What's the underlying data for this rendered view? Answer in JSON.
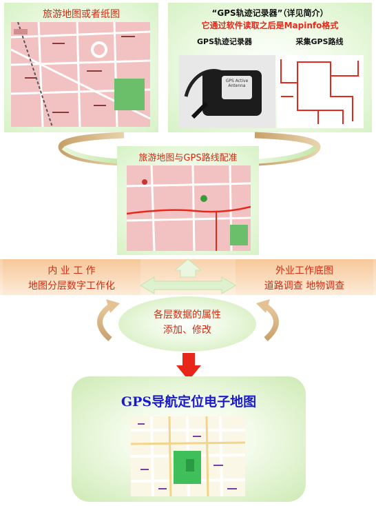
{
  "top_left": {
    "title": "旅游地图或者纸图"
  },
  "top_right": {
    "line1": "“GPS轨迹记录器”（详见简介）",
    "line2": "它通过软件读取之后是Mapinfo格式",
    "caption_left": "GPS轨迹记录器",
    "caption_right": "采集GPS路线",
    "device_text": "GPS Active Antenna"
  },
  "middle": {
    "title": "旅游地图与GPS路线配准"
  },
  "left_box": {
    "line1": "内 业 工 作",
    "line2": "地图分层数字工作化"
  },
  "right_box": {
    "line1": "外业工作底图",
    "line2": "道路调查 地物调查"
  },
  "ellipse": {
    "line1": "各层数据的属性",
    "line2": "添加、修改"
  },
  "bottom": {
    "title": "GPS导航定位电子地图"
  },
  "colors": {
    "accent_red": "#e8261a",
    "title_blue": "#1a1acc",
    "panel_green": "#d7f2c6",
    "orange_band": "#f6c89a",
    "map_pink": "#f4c6c6"
  }
}
